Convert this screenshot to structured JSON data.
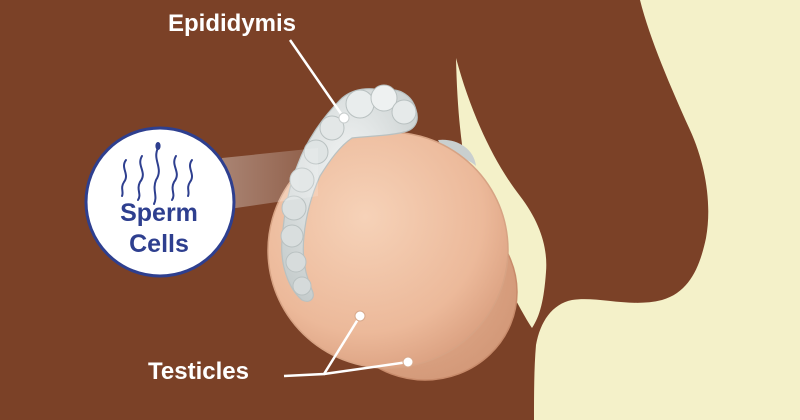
{
  "labels": {
    "epididymis": "Epididymis",
    "testicles": "Testicles"
  },
  "callout": {
    "line1": "Sperm",
    "line2": "Cells"
  },
  "colors": {
    "background": "#f4f1c9",
    "skin": "#7b4127",
    "testicle": "#ecb99a",
    "epididymis": "#dfe3e3",
    "callout_text": "#2e3f8f",
    "leader_line": "#ffffff"
  }
}
